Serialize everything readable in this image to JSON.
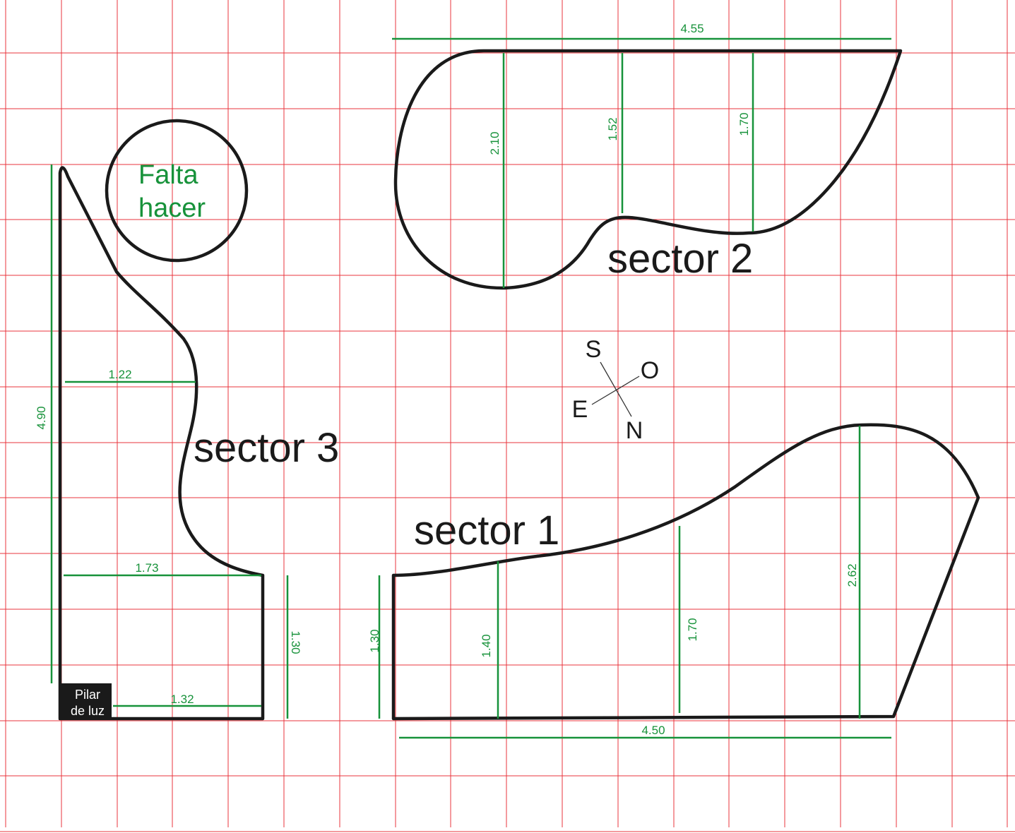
{
  "sectors": {
    "sector1": "sector 1",
    "sector2": "sector 2",
    "sector3": "sector 3"
  },
  "note": {
    "line1": "Falta",
    "line2": "hacer"
  },
  "pillar": {
    "line1": "Pilar",
    "line2": "de luz"
  },
  "compass": {
    "north": "N",
    "south": "S",
    "east": "E",
    "west": "O"
  },
  "dimensions": {
    "s2_top": "4.55",
    "s2_a": "2.10",
    "s2_b": "1.52",
    "s2_c": "1.70",
    "s3_height": "4.90",
    "s3_w1": "1.22",
    "s3_w2": "1.73",
    "s3_w3": "1.32",
    "s3_right": "1.30",
    "s1_left": "1.30",
    "s1_a": "1.40",
    "s1_b": "1.70",
    "s1_c": "2.62",
    "s1_bottom": "4.50"
  },
  "colors": {
    "grid": "#e8343c",
    "outline": "#1a1a1a",
    "dimension": "#17923a"
  }
}
